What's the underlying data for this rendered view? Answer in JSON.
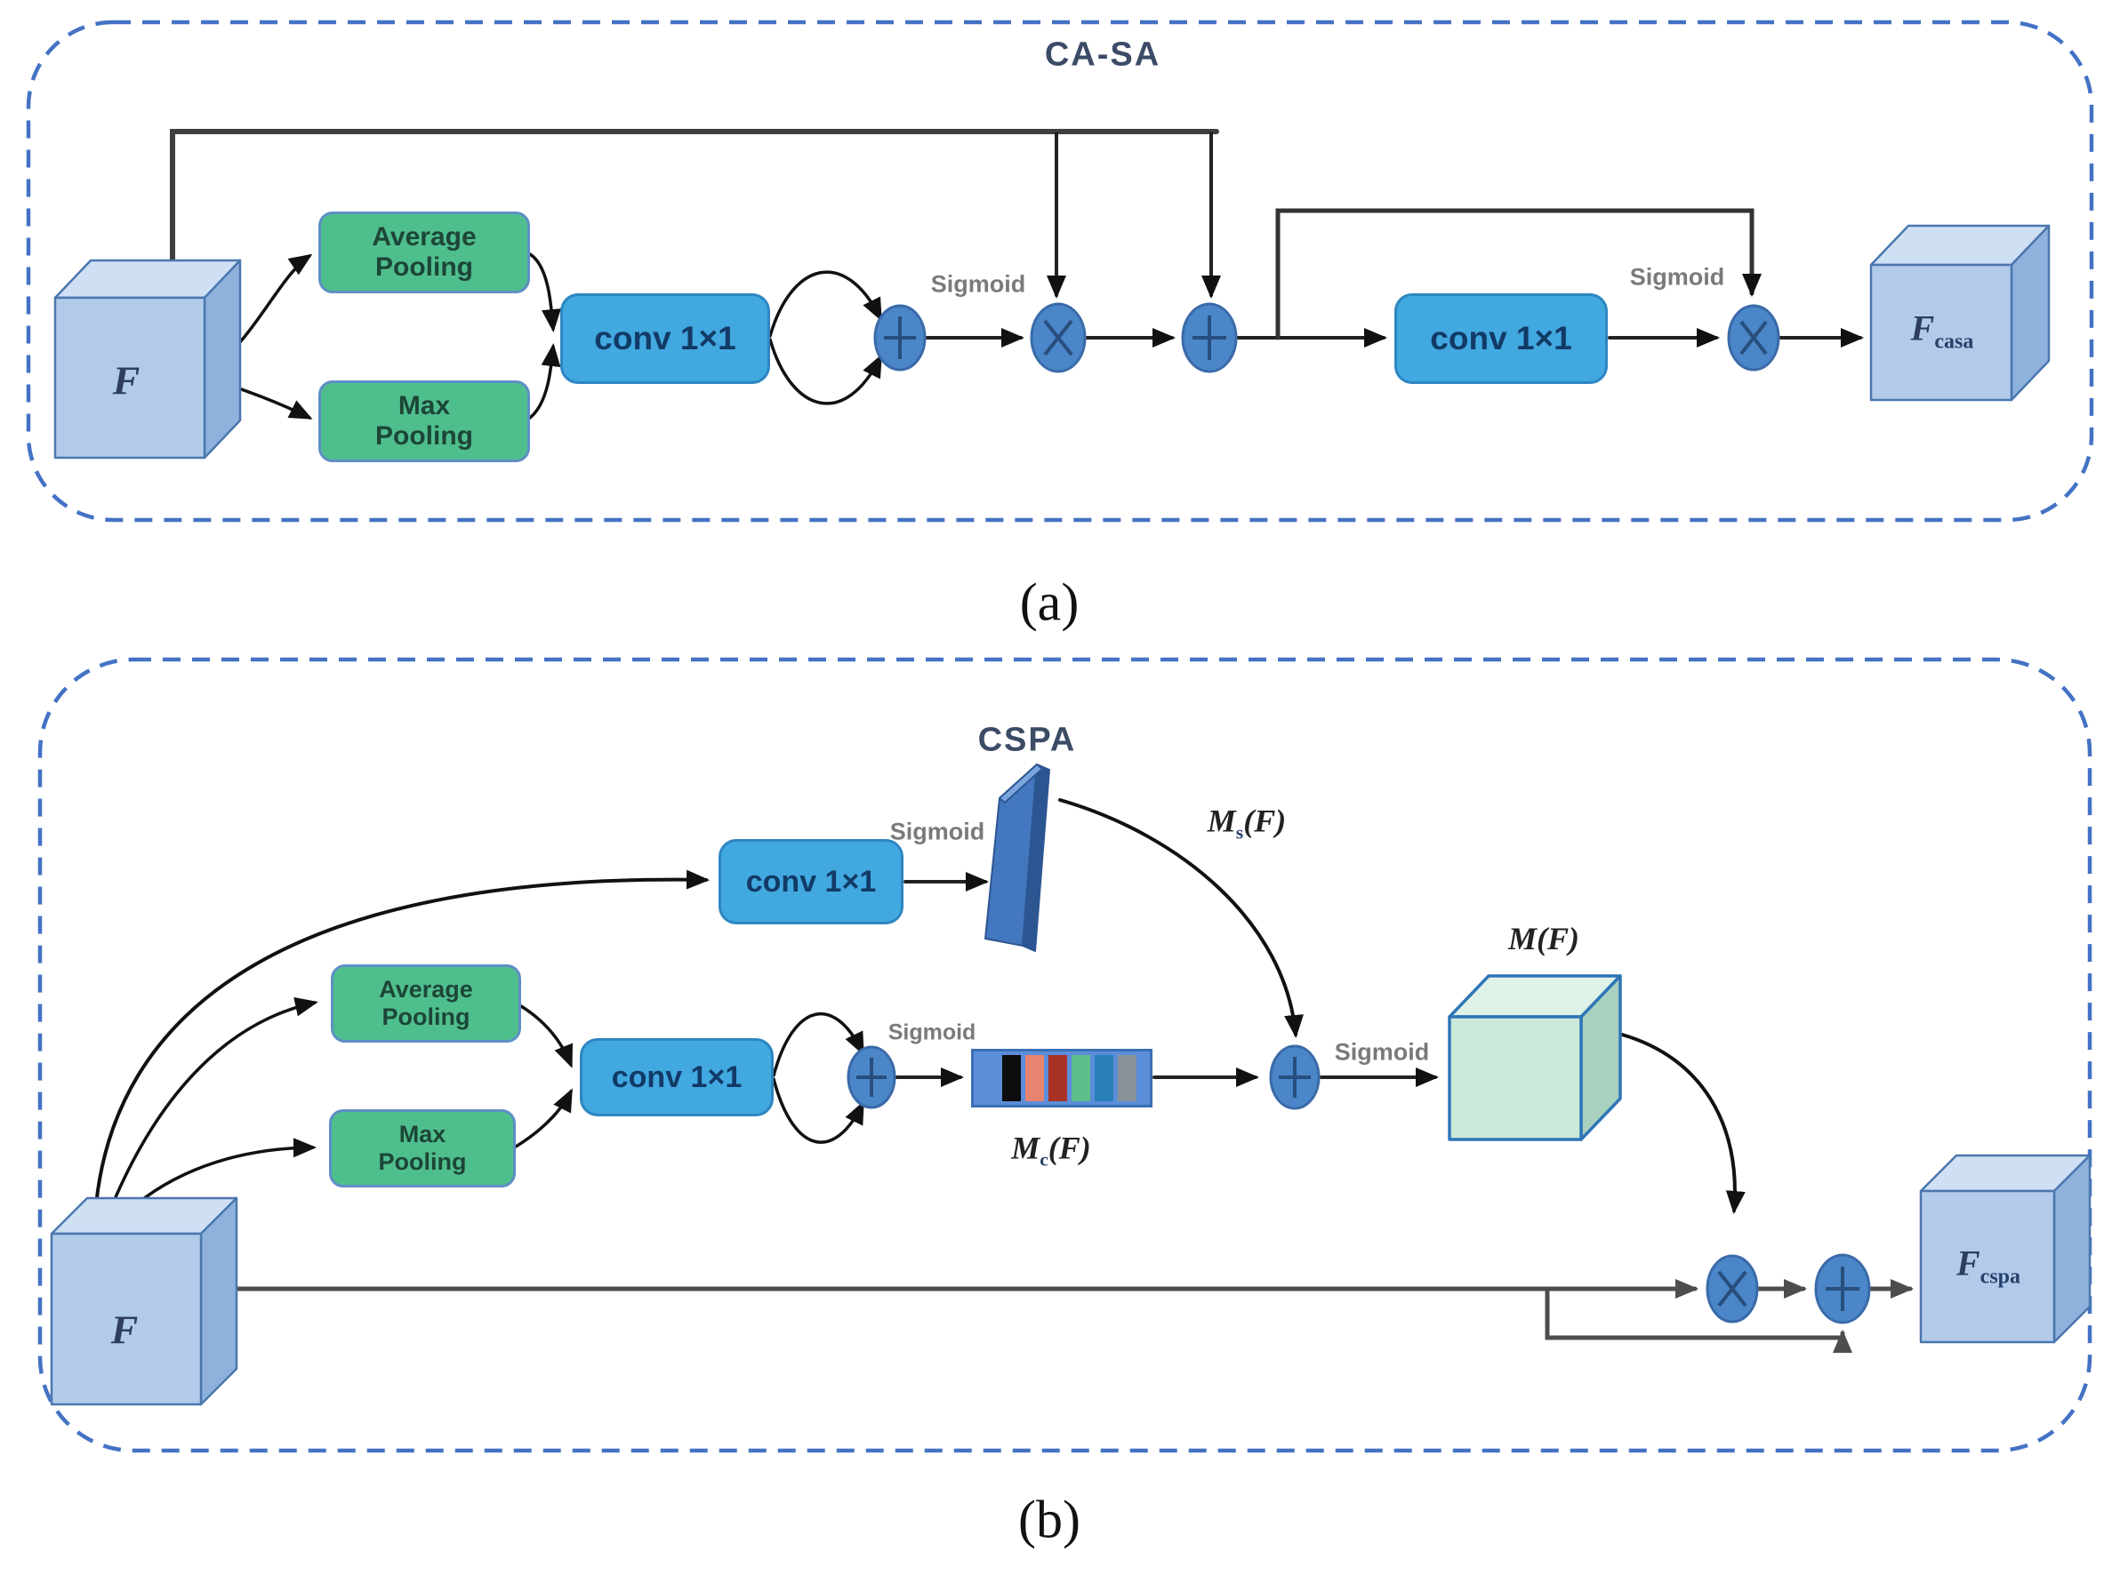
{
  "figure": {
    "panel_a": {
      "title": "CA-SA",
      "caption": "(a)",
      "input_cube_label": "F",
      "average_pooling_label": "Average\nPooling",
      "max_pooling_label": "Max\nPooling",
      "conv1_label": "conv 1×1",
      "conv2_label": "conv 1×1",
      "sigmoid1_label": "Sigmoid",
      "sigmoid2_label": "Sigmoid",
      "output_cube": {
        "base": "F",
        "sub": "casa"
      }
    },
    "panel_b": {
      "title": "CSPA",
      "caption": "(b)",
      "input_cube_label": "F",
      "average_pooling_label": "Average\nPooling",
      "max_pooling_label": "Max\nPooling",
      "conv_top_label": "conv 1×1",
      "conv_mid_label": "conv 1×1",
      "sigmoid_top_label": "Sigmoid",
      "sigmoid_mid_label": "Sigmoid",
      "sigmoid_right_label": "Sigmoid",
      "spatial_map_label": {
        "base": "M",
        "sub": "s",
        "arg": "(F)"
      },
      "channel_map_label": {
        "base": "M",
        "sub": "c",
        "arg": "(F)"
      },
      "combined_map_label": "M(F)",
      "output_cube": {
        "base": "F",
        "sub": "cspa"
      },
      "mc_stripe_colors": [
        "#0d0d0d",
        "#e8836f",
        "#a93226",
        "#5dbe8a",
        "#2980b9",
        "#8a9299"
      ]
    },
    "colors": {
      "dashed_border": "#4472c4",
      "cube_front": "#b3cbeb",
      "green_box": "#4fbe8d",
      "conv_box": "#41a8e0",
      "op_circle": "#4a86c8",
      "mf_cube_front": "#cbe9d9",
      "mc_bar_bg": "#5b8dd9",
      "spatial_plane": "#4377bf"
    }
  }
}
